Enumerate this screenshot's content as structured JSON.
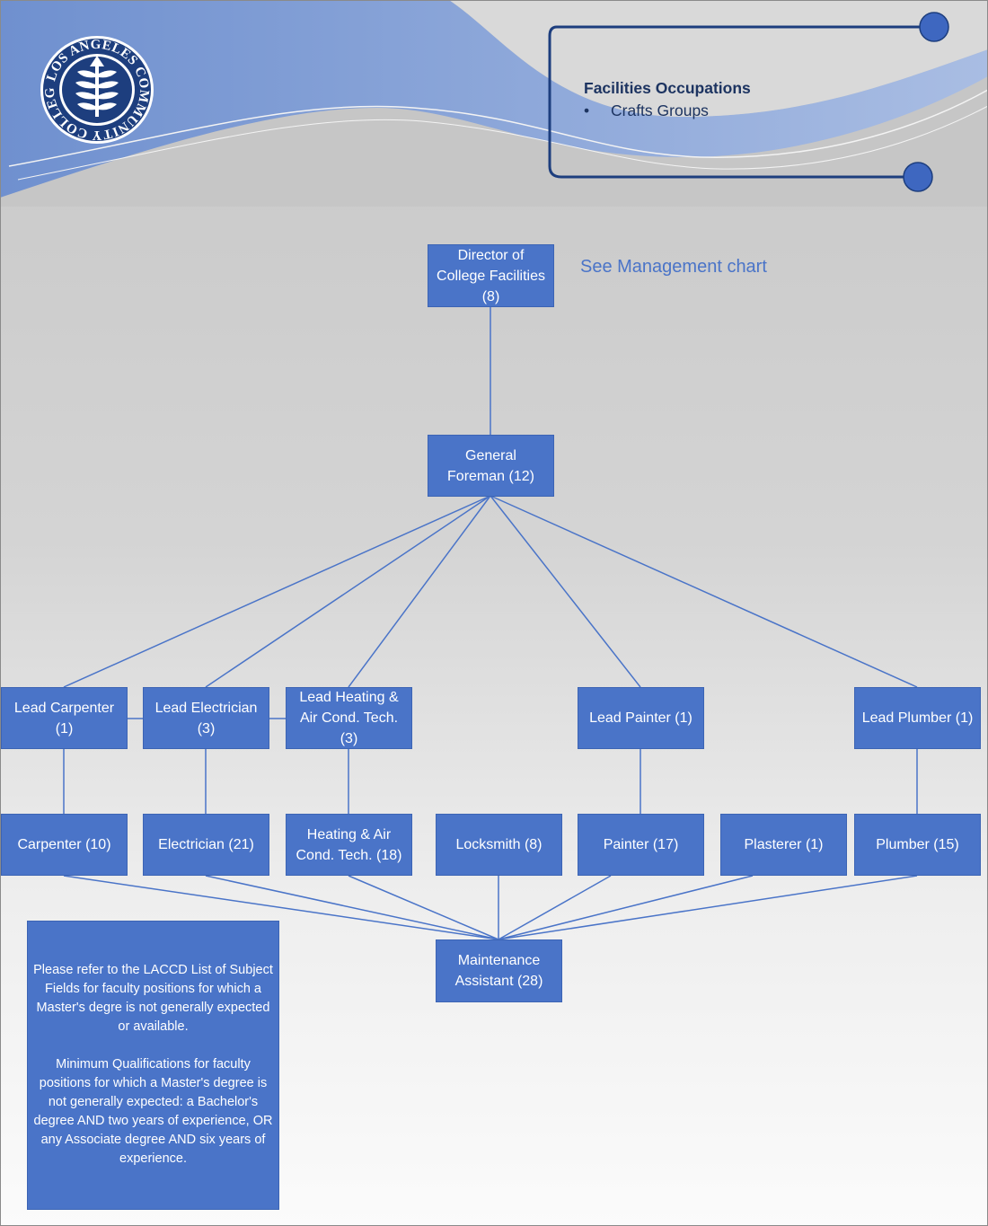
{
  "header": {
    "title": "Facilities Occupations",
    "bullet": "Crafts Groups",
    "logo_text": "LOS ANGELES COMMUNITY COLLEGE DISTRICT",
    "colors": {
      "brand_blue": "#1d3e7e",
      "accent": "#4a74c8"
    }
  },
  "management_link": "See Management chart",
  "org": {
    "director": "Director of\nCollege Facilities\n(8)",
    "foreman": "General\nForeman (12)",
    "leads": [
      "Lead Carpenter\n(1)",
      "Lead Electrician\n(3)",
      "Lead Heating &\nAir Cond. Tech.\n(3)",
      "Lead Painter (1)",
      "Lead Plumber (1)"
    ],
    "trades": [
      "Carpenter (10)",
      "Electrician (21)",
      "Heating & Air\nCond. Tech.  (18)",
      "Locksmith (8)",
      "Painter (17)",
      "Plasterer (1)",
      "Plumber (15)"
    ],
    "maintenance": "Maintenance\nAssistant (28)"
  },
  "note": {
    "p1": "Please refer to the LACCD List of Subject Fields for faculty positions for which a Master's degre is not generally expected or available.",
    "p2": "Minimum Qualifications for faculty positions for which a Master's degree is not generally expected:  a Bachelor's degree AND two years of experience, OR any Associate degree AND six years of experience."
  }
}
